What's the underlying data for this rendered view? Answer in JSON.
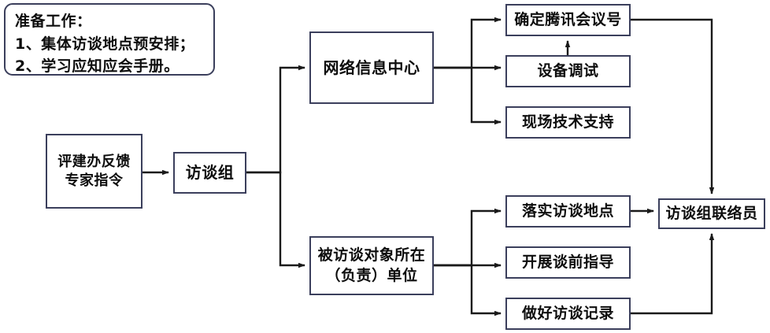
{
  "diagram": {
    "title_note": {
      "name": "preparation-note",
      "lines": [
        "准备工作：",
        "1、集体访谈地点预安排；",
        "2、学习应知应会手册。"
      ]
    },
    "colors": {
      "border": "#3b3f5c",
      "connector": "#1a1a1a",
      "background": "#ffffff",
      "text": "#0d0d0d"
    },
    "nodes": {
      "start": "评建办反馈\n专家指令",
      "interview_group": "访谈组",
      "network_center": "网络信息中心",
      "interviewee_unit": "被访谈对象所在\n（负责）单位",
      "meeting_id": "确定腾讯会议号",
      "device_debug": "设备调试",
      "onsite_support": "现场技术支持",
      "venue": "落实访谈地点",
      "pre_guidance": "开展谈前指导",
      "record": "做好访谈记录",
      "liaison": "访谈组联络员"
    },
    "edges": [
      {
        "from": "start",
        "to": "interview_group"
      },
      {
        "from": "interview_group",
        "to": "network_center"
      },
      {
        "from": "interview_group",
        "to": "interviewee_unit"
      },
      {
        "from": "network_center",
        "to": "meeting_id"
      },
      {
        "from": "network_center",
        "to": "device_debug"
      },
      {
        "from": "network_center",
        "to": "onsite_support"
      },
      {
        "from": "device_debug",
        "to": "meeting_id"
      },
      {
        "from": "interviewee_unit",
        "to": "venue"
      },
      {
        "from": "interviewee_unit",
        "to": "pre_guidance"
      },
      {
        "from": "interviewee_unit",
        "to": "record"
      },
      {
        "from": "meeting_id",
        "to": "liaison"
      },
      {
        "from": "venue",
        "to": "liaison"
      },
      {
        "from": "record",
        "to": "liaison"
      }
    ]
  }
}
